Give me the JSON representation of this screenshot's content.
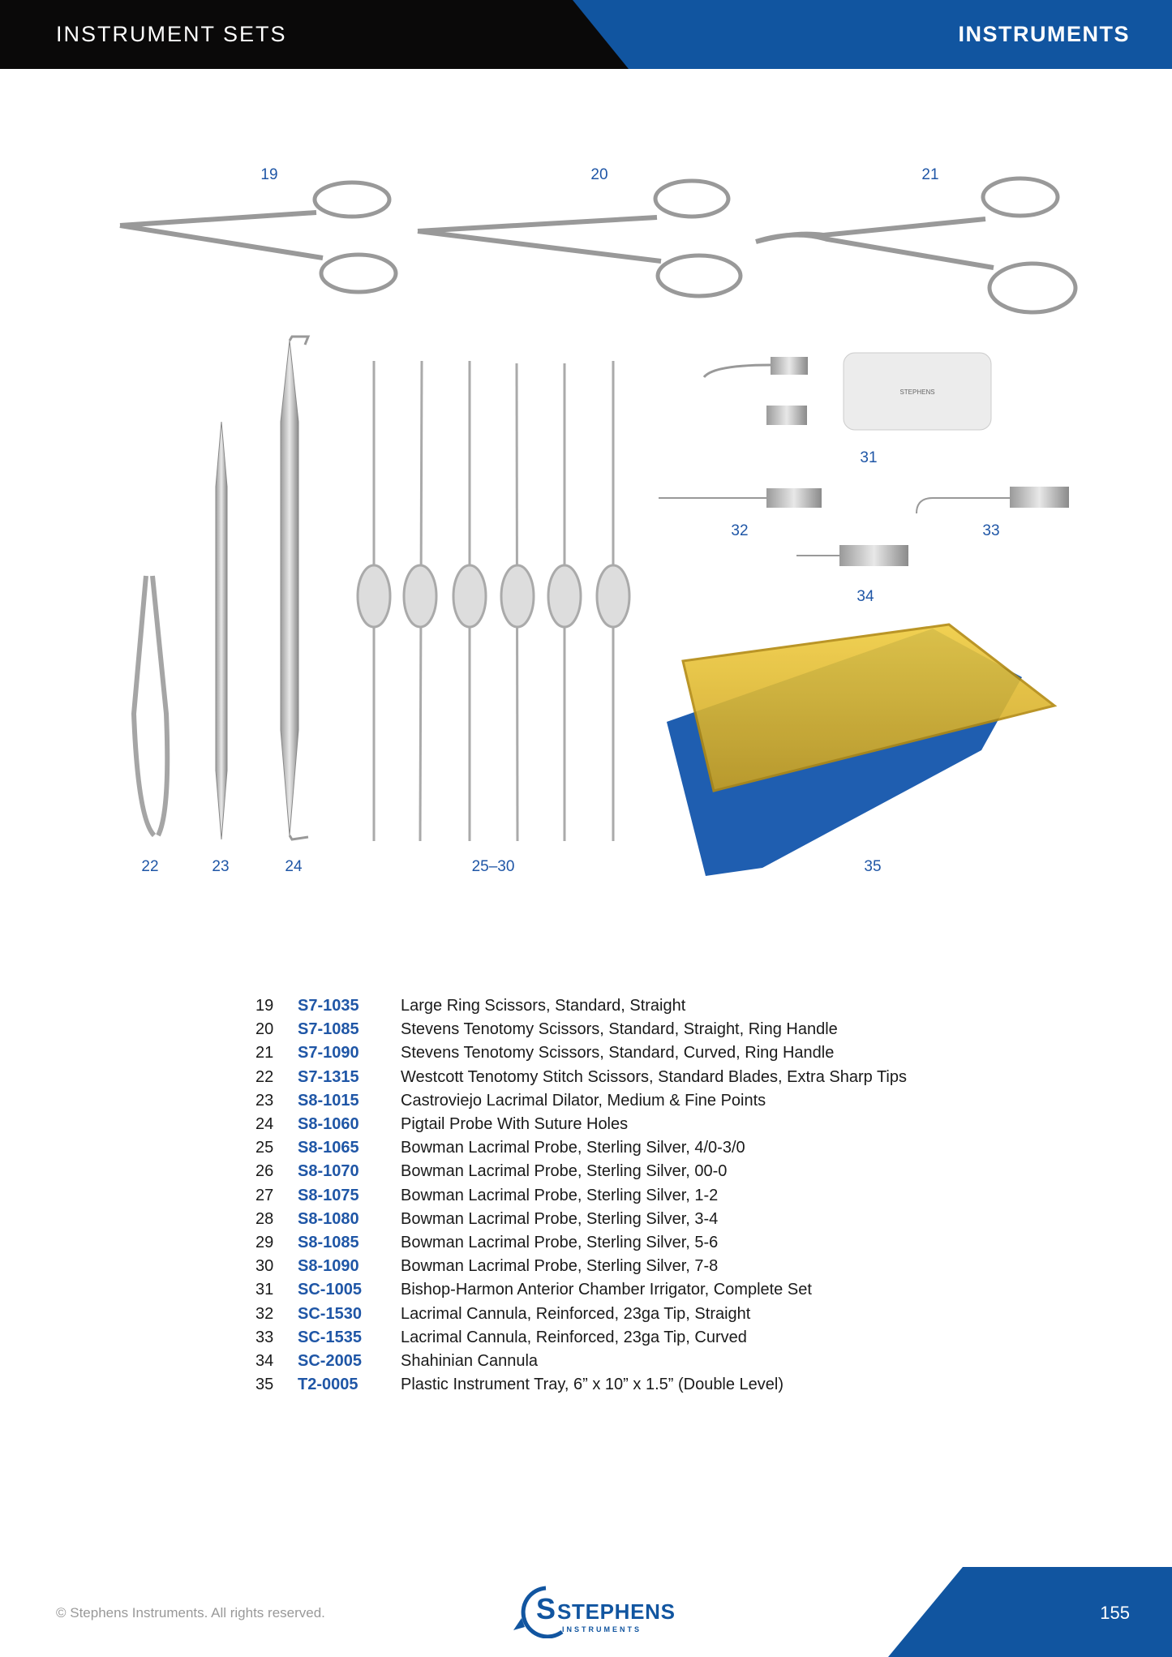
{
  "header": {
    "section": "INSTRUMENT SETS",
    "category": "INSTRUMENTS"
  },
  "figure_labels": {
    "i19": "19",
    "i20": "20",
    "i21": "21",
    "i22": "22",
    "i23": "23",
    "i24": "24",
    "i25_30": "25–30",
    "i31": "31",
    "i32": "32",
    "i33": "33",
    "i34": "34",
    "i35": "35"
  },
  "items": [
    {
      "num": "19",
      "code": "S7-1035",
      "desc": "Large Ring Scissors, Standard, Straight"
    },
    {
      "num": "20",
      "code": "S7-1085",
      "desc": "Stevens Tenotomy Scissors, Standard, Straight, Ring Handle"
    },
    {
      "num": "21",
      "code": "S7-1090",
      "desc": "Stevens Tenotomy Scissors, Standard, Curved, Ring Handle"
    },
    {
      "num": "22",
      "code": "S7-1315",
      "desc": "Westcott Tenotomy Stitch Scissors, Standard Blades, Extra Sharp Tips"
    },
    {
      "num": "23",
      "code": "S8-1015",
      "desc": "Castroviejo Lacrimal Dilator, Medium & Fine Points"
    },
    {
      "num": "24",
      "code": "S8-1060",
      "desc": "Pigtail Probe With Suture Holes"
    },
    {
      "num": "25",
      "code": "S8-1065",
      "desc": "Bowman Lacrimal Probe, Sterling Silver, 4/0-3/0"
    },
    {
      "num": "26",
      "code": "S8-1070",
      "desc": "Bowman Lacrimal Probe, Sterling Silver, 00-0"
    },
    {
      "num": "27",
      "code": "S8-1075",
      "desc": "Bowman Lacrimal Probe, Sterling Silver, 1-2"
    },
    {
      "num": "28",
      "code": "S8-1080",
      "desc": "Bowman Lacrimal Probe, Sterling Silver, 3-4"
    },
    {
      "num": "29",
      "code": "S8-1085",
      "desc": "Bowman Lacrimal Probe, Sterling Silver, 5-6"
    },
    {
      "num": "30",
      "code": "S8-1090",
      "desc": "Bowman Lacrimal Probe, Sterling Silver, 7-8"
    },
    {
      "num": "31",
      "code": "SC-1005",
      "desc": "Bishop-Harmon Anterior Chamber Irrigator, Complete Set"
    },
    {
      "num": "32",
      "code": "SC-1530",
      "desc": "Lacrimal Cannula, Reinforced, 23ga Tip, Straight"
    },
    {
      "num": "33",
      "code": "SC-1535",
      "desc": "Lacrimal Cannula, Reinforced, 23ga Tip, Curved"
    },
    {
      "num": "34",
      "code": "SC-2005",
      "desc": "Shahinian Cannula"
    },
    {
      "num": "35",
      "code": "T2-0005",
      "desc": "Plastic Instrument Tray, 6” x 10” x 1.5” (Double Level)"
    }
  ],
  "footer": {
    "copyright": "© Stephens Instruments. All rights reserved.",
    "page": "155",
    "logo_text": "STEPHENS",
    "logo_sub": "INSTRUMENTS"
  },
  "colors": {
    "brand_blue": "#1155a0",
    "header_black": "#0a0909"
  }
}
